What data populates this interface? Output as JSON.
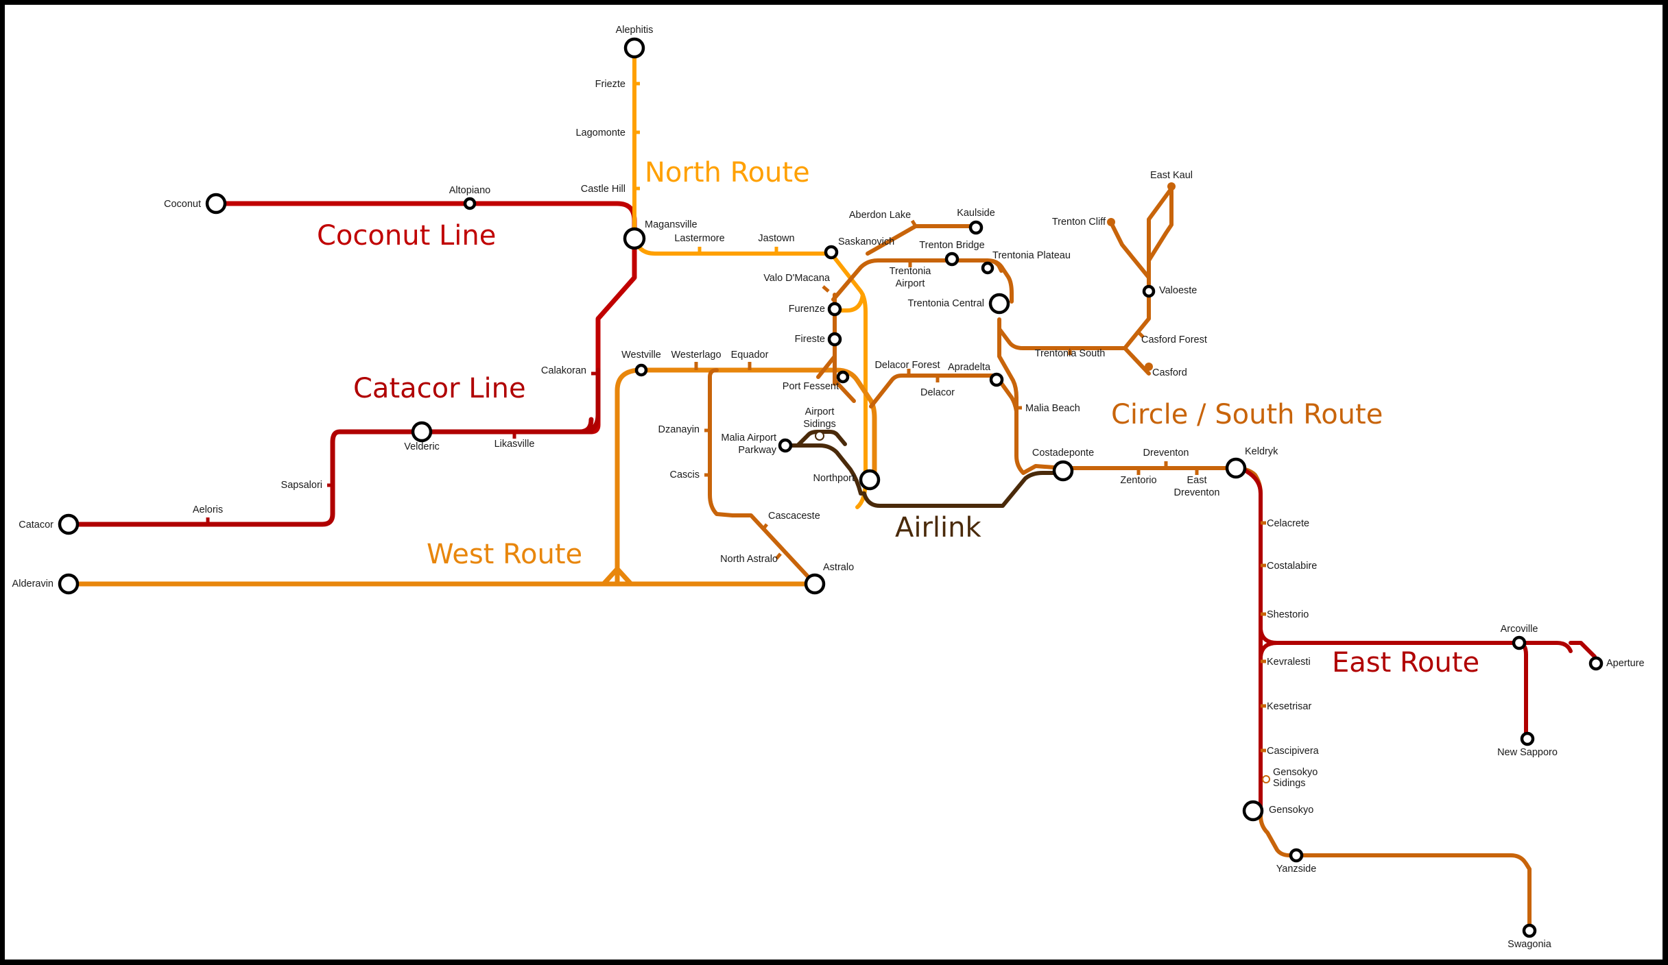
{
  "map_title": "Rail network map",
  "colors": {
    "coconut_line": "#c00000",
    "catacor_line": "#b00000",
    "north_route": "#ffa000",
    "west_route": "#e8860c",
    "circle_south_route": "#c8640a",
    "airlink": "#4a2a0a",
    "east_route": "#b00000",
    "frame": "#000000",
    "background": "#ffffff"
  },
  "routes": [
    {
      "key": "coconut",
      "name": "Coconut Line",
      "color": "#c00000"
    },
    {
      "key": "catacor",
      "name": "Catacor Line",
      "color": "#b00000"
    },
    {
      "key": "north",
      "name": "North Route",
      "color": "#ffa000"
    },
    {
      "key": "west",
      "name": "West Route",
      "color": "#e8860c"
    },
    {
      "key": "circle",
      "name": "Circle / South Route",
      "color": "#c8640a"
    },
    {
      "key": "airlink",
      "name": "Airlink",
      "color": "#4a2a0a"
    },
    {
      "key": "east",
      "name": "East Route",
      "color": "#b00000"
    }
  ],
  "stations": {
    "alephitis": "Alephitis",
    "friezte": "Friezte",
    "lagomonte": "Lagomonte",
    "castle_hill": "Castle Hill",
    "coconut": "Coconut",
    "altopiano": "Altopiano",
    "magansville": "Magansville",
    "lastermore": "Lastermore",
    "jastown": "Jastown",
    "saskanovich": "Saskanovich",
    "aberdon_lake": "Aberdon Lake",
    "kaulside": "Kaulside",
    "trenton_bridge": "Trenton Bridge",
    "trentonia_plateau": "Trentonia Plateau",
    "trentonia_airport_1": "Trentonia",
    "trentonia_airport_2": "Airport",
    "trentonia_central": "Trentonia Central",
    "valo_dmacana": "Valo D'Macana",
    "furenze": "Furenze",
    "fireste": "Fireste",
    "calakoran": "Calakoran",
    "westville": "Westville",
    "westerlago": "Westerlago",
    "equador": "Equador",
    "port_fessent": "Port Fessent",
    "delacor_forest": "Delacor Forest",
    "apradelta": "Apradelta",
    "delacor": "Delacor",
    "malia_beach": "Malia Beach",
    "trentonia_south": "Trentonia South",
    "east_kaul": "East Kaul",
    "trenton_cliff": "Trenton Cliff",
    "valoeste": "Valoeste",
    "casford_forest": "Casford Forest",
    "casford": "Casford",
    "airport_sidings_1": "Airport",
    "airport_sidings_2": "Sidings",
    "malia_airport_parkway_1": "Malia Airport",
    "malia_airport_parkway_2": "Parkway",
    "northport": "Northport",
    "dzanayin": "Dzanayin",
    "cascis": "Cascis",
    "cascaceste": "Cascaceste",
    "north_astralo": "North Astralo",
    "astralo": "Astralo",
    "velderic": "Velderic",
    "likasville": "Likasville",
    "sapsalori": "Sapsalori",
    "aeloris": "Aeloris",
    "catacor": "Catacor",
    "alderavin": "Alderavin",
    "costadeponte": "Costadeponte",
    "dreventon": "Dreventon",
    "zentorio": "Zentorio",
    "east_dreventon_1": "East",
    "east_dreventon_2": "Dreventon",
    "keldryk": "Keldryk",
    "celacrete": "Celacrete",
    "costalabire": "Costalabire",
    "shestorio": "Shestorio",
    "kevralesti": "Kevralesti",
    "kesetrisar": "Kesetrisar",
    "cascipivera": "Cascipivera",
    "gensokyo_sidings_1": "Gensokyo",
    "gensokyo_sidings_2": "Sidings",
    "gensokyo": "Gensokyo",
    "yanzside": "Yanzside",
    "swagonia": "Swagonia",
    "arcoville": "Arcoville",
    "aperture": "Aperture",
    "new_sapporo": "New Sapporo"
  }
}
